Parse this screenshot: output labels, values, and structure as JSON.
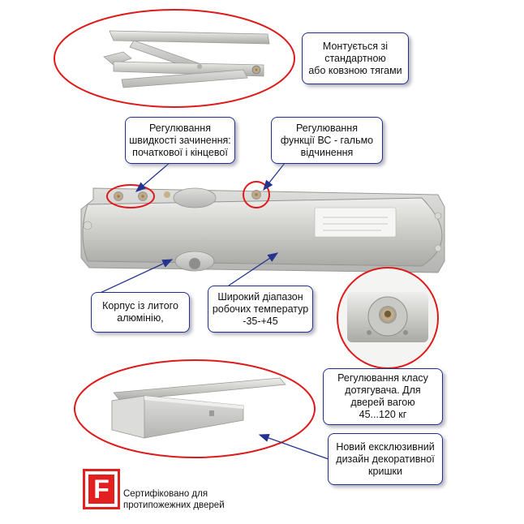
{
  "callouts": {
    "mounting": "Монтується зі\nстандартною\nабо ковзною тягами",
    "speed": "Регулювання\nшвидкості зачинення:\nпочаткової і кінцевої",
    "bc": "Регулювання\nфункції ВС - гальмо\nвідчинення",
    "body": "Корпус із литого\nалюмінію,",
    "temperature": "Широкий діапазон\nробочих температур\n-35-+45",
    "strength": "Регулювання класу\nдотягувача. Для\nдверей вагою\n45...120 кг",
    "cover": "Новий ексклюзивний\nдизайн декоративної\nкришки"
  },
  "certification": {
    "badge_letter": "F",
    "text": "Сертифіковано для\nпротипожежних дверей"
  },
  "colors": {
    "ellipse": "#e01a1a",
    "callout_border": "#1f2f8f",
    "arrow": "#24348f",
    "aluminium": "#c9c9c7",
    "badge_red": "#e22020"
  }
}
